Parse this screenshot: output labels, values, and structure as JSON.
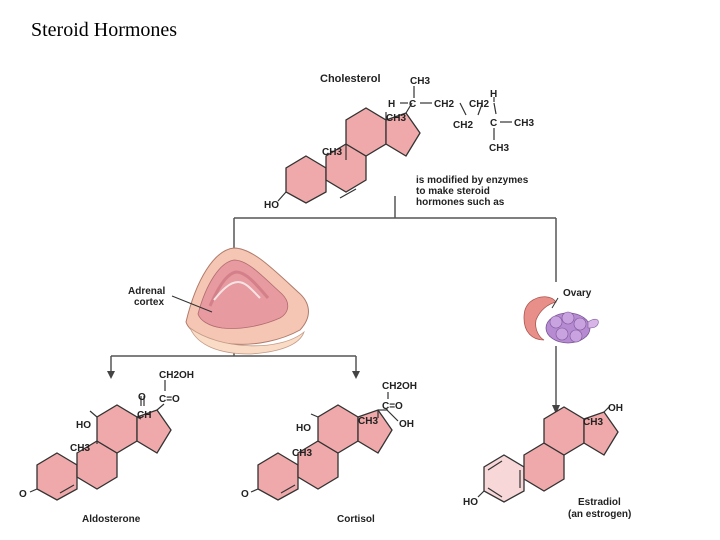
{
  "slide": {
    "title": "Steroid Hormones"
  },
  "diagram": {
    "cholesterol": {
      "name": "Cholesterol",
      "atoms": [
        "CH3",
        "H",
        "C",
        "CH2",
        "CH2",
        "H",
        "CH3",
        "CH2",
        "C",
        "CH3",
        "CH3",
        "CH3",
        "HO"
      ]
    },
    "caption_lines": [
      "is modified by enzymes",
      "to make steroid",
      "hormones such as"
    ],
    "sources": {
      "adrenal": [
        "Adrenal",
        "cortex"
      ],
      "ovary": "Ovary"
    },
    "aldosterone": {
      "name": "Aldosterone",
      "atoms": [
        "CH2OH",
        "O",
        "C=O",
        "CH",
        "HO",
        "CH3",
        "O"
      ]
    },
    "cortisol": {
      "name": "Cortisol",
      "atoms": [
        "CH2OH",
        "C=O",
        "CH3",
        "OH",
        "HO",
        "CH3",
        "O"
      ]
    },
    "estradiol": {
      "name": "Estradiol",
      "subtitle": "(an estrogen)",
      "atoms": [
        "OH",
        "CH3",
        "HO"
      ]
    }
  }
}
